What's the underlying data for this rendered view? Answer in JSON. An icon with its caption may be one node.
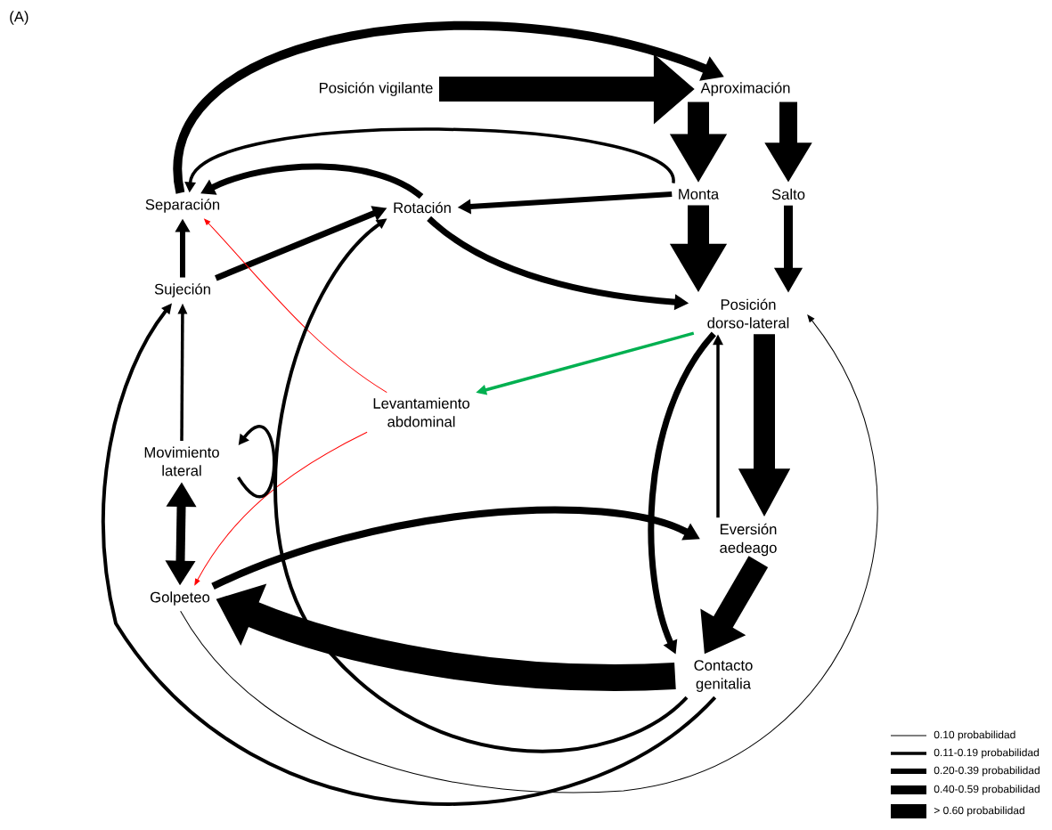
{
  "diagram": {
    "nodes": [
      {
        "text": [
          "Posición vigilante"
        ]
      },
      {
        "text": [
          "Aproximación"
        ]
      },
      {
        "text": [
          "Monta"
        ]
      },
      {
        "text": [
          "Salto"
        ]
      },
      {
        "text": [
          "Separación"
        ]
      },
      {
        "text": [
          "Rotación"
        ]
      },
      {
        "text": [
          "Sujeción"
        ]
      },
      {
        "text": [
          "Posición dorso-lateral"
        ]
      },
      {
        "text": [
          "Levantamiento abdominal"
        ]
      },
      {
        "text": [
          "Movimiento lateral"
        ]
      },
      {
        "text": [
          "Eversión aedeago"
        ]
      },
      {
        "text": [
          "Golpeteo"
        ]
      },
      {
        "text": [
          "Contacto genitalia"
        ]
      }
    ],
    "edges": [
      {
        "from": 4,
        "to": 1,
        "arrow": "to"
      },
      {
        "from": 0,
        "to": 1,
        "arrow": "to",
        "style": "thick"
      },
      {
        "from": 1,
        "to": 2,
        "arrow": "to",
        "style": "thick"
      },
      {
        "from": 1,
        "to": 3,
        "arrow": "to",
        "style": "thick"
      },
      {
        "from": 2,
        "to": 4,
        "arrow": "to"
      },
      {
        "from": 5,
        "to": 4,
        "arrow": "to"
      },
      {
        "from": 2,
        "to": 5,
        "arrow": "to"
      },
      {
        "from": 6,
        "to": 4,
        "arrow": "to"
      },
      {
        "from": 6,
        "to": 5,
        "arrow": "to"
      },
      {
        "from": 5,
        "to": 7,
        "arrow": "to"
      },
      {
        "from": 2,
        "to": 7,
        "arrow": "to",
        "style": "thick"
      },
      {
        "from": 3,
        "to": 7,
        "arrow": "to"
      },
      {
        "from": 7,
        "to": 8,
        "arrow": "to",
        "color": "#00b050"
      },
      {
        "from": 8,
        "to": 4,
        "arrow": "to",
        "color": "#ff0000"
      },
      {
        "from": 8,
        "to": 11,
        "arrow": "to",
        "color": "#ff0000"
      },
      {
        "from": 9,
        "to": 6,
        "arrow": "to"
      },
      {
        "from": 9,
        "to": 9,
        "arrow": "to"
      },
      {
        "from": 9,
        "to": 11,
        "arrow": "both"
      },
      {
        "from": 11,
        "to": 10,
        "arrow": "to"
      },
      {
        "from": 7,
        "to": 10,
        "arrow": "to",
        "style": "thick"
      },
      {
        "from": 10,
        "to": 7,
        "arrow": "to"
      },
      {
        "from": 7,
        "to": 12,
        "arrow": "to"
      },
      {
        "from": 10,
        "to": 12,
        "arrow": "to",
        "style": "thick"
      },
      {
        "from": 12,
        "to": 11,
        "arrow": "to",
        "style": "thick"
      },
      {
        "from": 11,
        "to": 7,
        "arrow": "to"
      },
      {
        "from": 12,
        "to": 5,
        "arrow": "to"
      },
      {
        "from": 12,
        "to": 6,
        "arrow": "to"
      }
    ],
    "labels": [
      "(A)"
    ],
    "legend": [
      {
        "text": "0.10 probabilidad"
      },
      {
        "text": "0.11-0.19 probabilidad"
      },
      {
        "text": "0.20-0.39 probabilidad"
      },
      {
        "text": "0.40-0.59 probabilidad"
      },
      {
        "text": "> 0.60 probabilidad"
      }
    ]
  }
}
